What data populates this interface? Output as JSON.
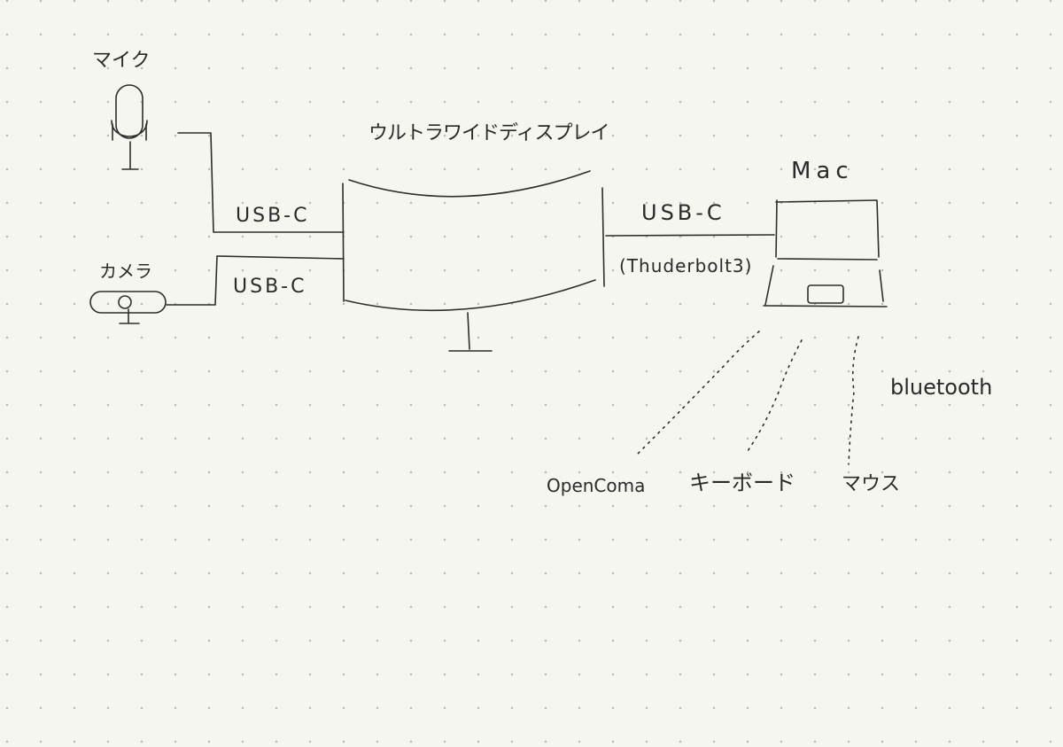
{
  "labels": {
    "mic": "マイク",
    "display": "ウルトラワイドディスプレイ",
    "mac": "Mac",
    "camera": "カメラ",
    "usbc_mic": "USB-C",
    "usbc_camera": "USB-C",
    "usbc_mac": "USB-C",
    "thunderbolt": "(Thuderbolt3)",
    "bluetooth": "bluetooth",
    "device_opencoma": "OpenComa",
    "device_keyboard": "キーボード",
    "device_mouse": "マウス"
  }
}
